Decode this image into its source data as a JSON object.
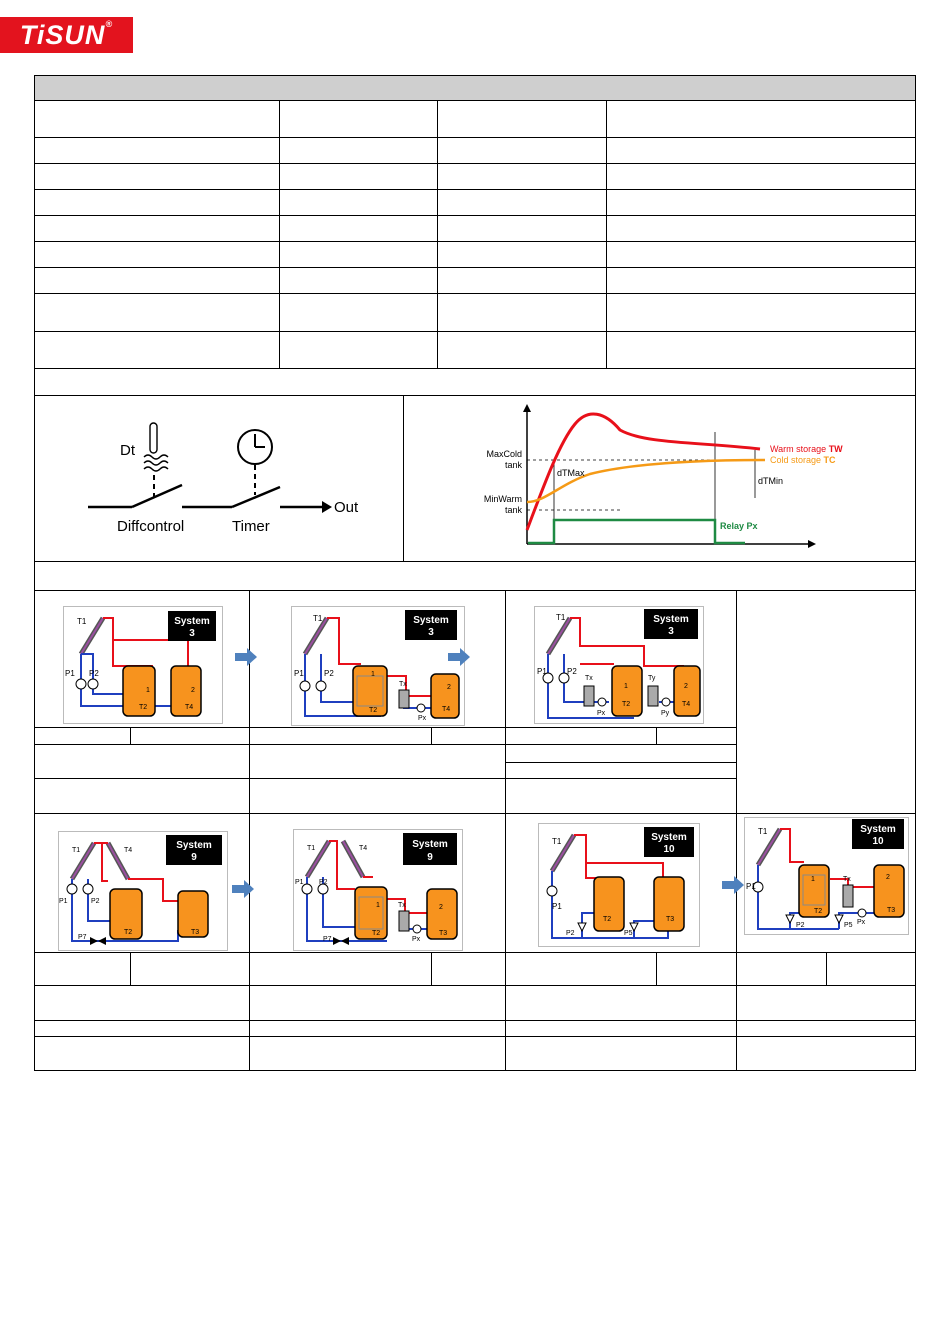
{
  "brand": {
    "logo_text": "TiSUN",
    "trademark": "®"
  },
  "function_diagram": {
    "dt_label": "Dt",
    "diffcontrol_label": "Diffcontrol",
    "timer_label": "Timer",
    "out_label": "Out"
  },
  "graph": {
    "maxcold_label": "MaxCold",
    "maxcold_label2": "tank",
    "minwarm_label": "MinWarm",
    "minwarm_label2": "tank",
    "dtmax_label": "dTMax",
    "dtmin_label": "dTMin",
    "warm_label": "Warm storage ",
    "warm_abbr": "TW",
    "cold_label": "Cold storage ",
    "cold_abbr": "TC",
    "relay_label": "Relay Px",
    "colors": {
      "warm": "#e8101a",
      "cold": "#f59a16",
      "relay": "#1e8a43"
    }
  },
  "schematics": {
    "system_word": "System",
    "items": [
      {
        "num": "3",
        "labels": [
          "T1",
          "P1",
          "P2",
          "1",
          "T2",
          "2",
          "T4"
        ]
      },
      {
        "num": "3",
        "labels": [
          "T1",
          "P1",
          "P2",
          "1",
          "T2",
          "Tx",
          "Px",
          "2",
          "T4"
        ]
      },
      {
        "num": "3",
        "labels": [
          "T1",
          "P1",
          "P2",
          "Tx",
          "Px",
          "1",
          "T2",
          "Ty",
          "Py",
          "2",
          "T4"
        ]
      },
      {
        "num": "9",
        "labels": [
          "T1",
          "T4",
          "P1",
          "P2",
          "T2",
          "T3",
          "P7"
        ]
      },
      {
        "num": "9",
        "labels": [
          "T1",
          "T4",
          "P1",
          "P2",
          "1",
          "T2",
          "Tx",
          "Px",
          "2",
          "T3",
          "P7"
        ]
      },
      {
        "num": "10",
        "labels": [
          "T1",
          "P1",
          "T2",
          "T3",
          "P2",
          "P5"
        ]
      },
      {
        "num": "10",
        "labels": [
          "T1",
          "P1",
          "1",
          "T2",
          "Tx",
          "Px",
          "2",
          "T3",
          "P2",
          "P5"
        ]
      }
    ]
  },
  "arrow_color": "#4f81bd"
}
